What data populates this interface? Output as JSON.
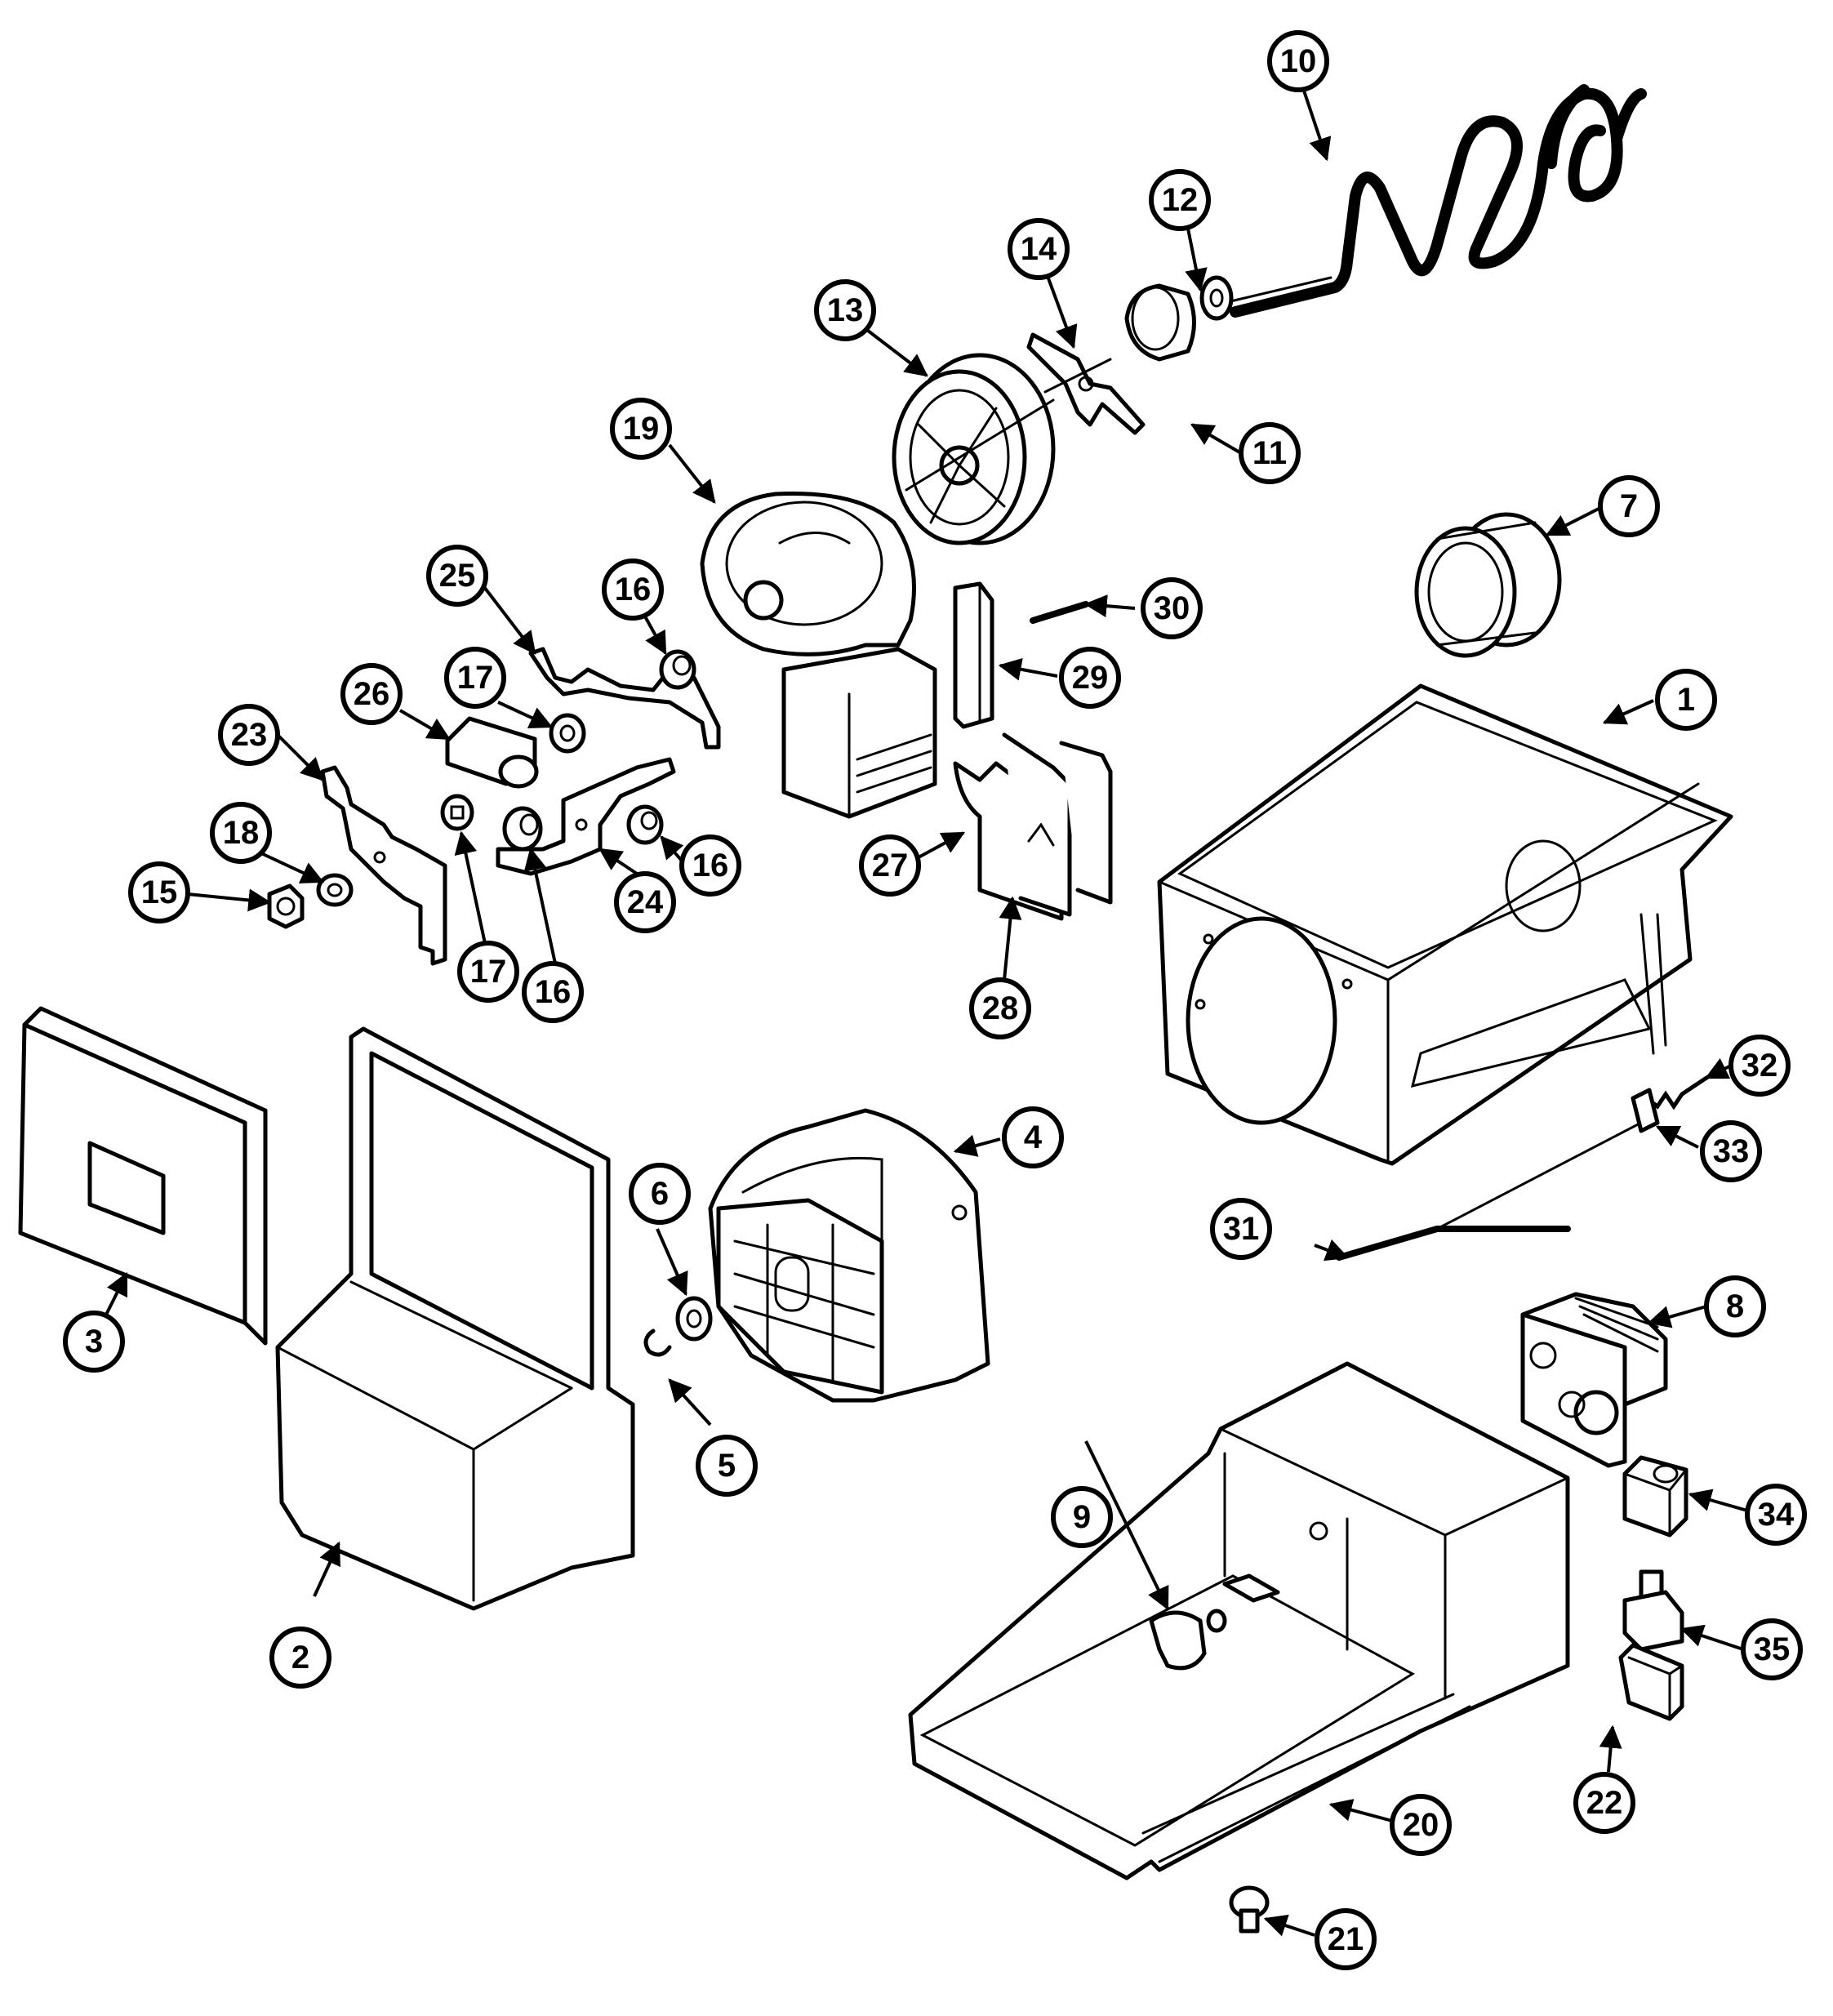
{
  "callouts": {
    "c1": "1",
    "c2": "2",
    "c3": "3",
    "c4": "4",
    "c5": "5",
    "c6": "6",
    "c7": "7",
    "c8": "8",
    "c9": "9",
    "c10": "10",
    "c11": "11",
    "c12": "12",
    "c13": "13",
    "c14": "14",
    "c15": "15",
    "c16a": "16",
    "c16b": "16",
    "c16c": "16",
    "c17a": "17",
    "c17b": "17",
    "c18": "18",
    "c19": "19",
    "c20": "20",
    "c21": "21",
    "c22": "22",
    "c23": "23",
    "c24": "24",
    "c25": "25",
    "c26": "26",
    "c27": "27",
    "c28": "28",
    "c29": "29",
    "c30": "30",
    "c31": "31",
    "c32": "32",
    "c33": "33",
    "c34": "34",
    "c35": "35"
  }
}
